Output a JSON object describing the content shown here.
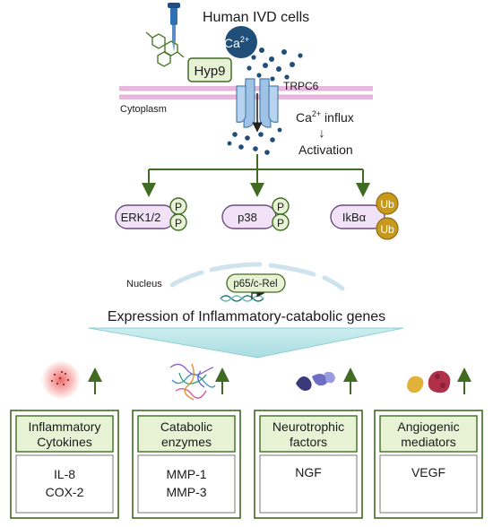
{
  "header": {
    "title": "Human IVD cells"
  },
  "ions": {
    "calcium_label": "Ca",
    "calcium_charge": "2+"
  },
  "compound": {
    "label": "Hyp9"
  },
  "membrane": {
    "channel_label": "TRPC6",
    "compartment_label": "Cytoplasm"
  },
  "influx": {
    "line1_base": "Ca",
    "line1_sup": "2+",
    "line1_rest": " influx",
    "arrow": "↓",
    "line2": "Activation"
  },
  "signaling": {
    "erk": {
      "label": "ERK1/2",
      "mod1": "P",
      "mod2": "P"
    },
    "p38": {
      "label": "p38",
      "mod1": "P",
      "mod2": "P"
    },
    "ikb": {
      "label": "IkBα",
      "mod1": "Ub",
      "mod2": "Ub"
    }
  },
  "nucleus": {
    "label": "Nucleus",
    "factor_label": "p65/c-Rel"
  },
  "expression": {
    "title": "Expression of Inflammatory-catabolic genes"
  },
  "categories": [
    {
      "header_line1": "Inflammatory",
      "header_line2": "Cytokines",
      "items": [
        "IL-8",
        "COX-2"
      ]
    },
    {
      "header_line1": "Catabolic",
      "header_line2": "enzymes",
      "items": [
        "MMP-1",
        "MMP-3"
      ]
    },
    {
      "header_line1": "Neurotrophic",
      "header_line2": "factors",
      "items": [
        "NGF"
      ]
    },
    {
      "header_line1": "Angiogenic",
      "header_line2": "mediators",
      "items": [
        "VEGF"
      ]
    }
  ],
  "colors": {
    "green_dark": "#3f6b22",
    "green_light": "#e8f3d6",
    "purple_light": "#f2e2f7",
    "purple_stroke": "#6b4c7a",
    "ub_gold": "#c79a1e",
    "calcium_blue": "#1f4e79",
    "membrane_pink": "#e8b9dd",
    "channel_blue": "#9ec3e6",
    "teal": "#cfeef0"
  }
}
